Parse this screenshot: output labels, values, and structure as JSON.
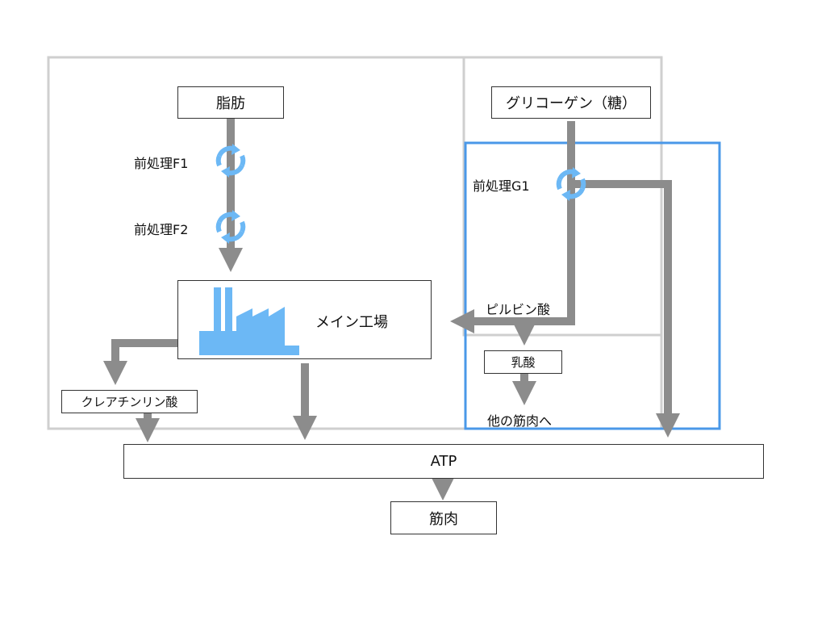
{
  "nodes": {
    "fat": "脂肪",
    "glycogen": "グリコーゲン（糖）",
    "factory": "メイン工場",
    "creatine": "クレアチンリン酸",
    "lactate": "乳酸",
    "atp": "ATP",
    "muscle": "筋肉"
  },
  "labels": {
    "pre_f1": "前処理F1",
    "pre_f2": "前処理F2",
    "pre_g1": "前処理G1",
    "pyruvate": "ピルビン酸",
    "other_muscle": "他の筋肉へ"
  },
  "icons": {
    "cycle": "cycle-arrows-icon",
    "factory": "factory-icon"
  },
  "colors": {
    "arrow": "#8c8c8c",
    "cycle": "#6cb8f5",
    "group_gray": "#cfcfcf",
    "group_blue": "#4a98e8",
    "border": "#333333"
  }
}
